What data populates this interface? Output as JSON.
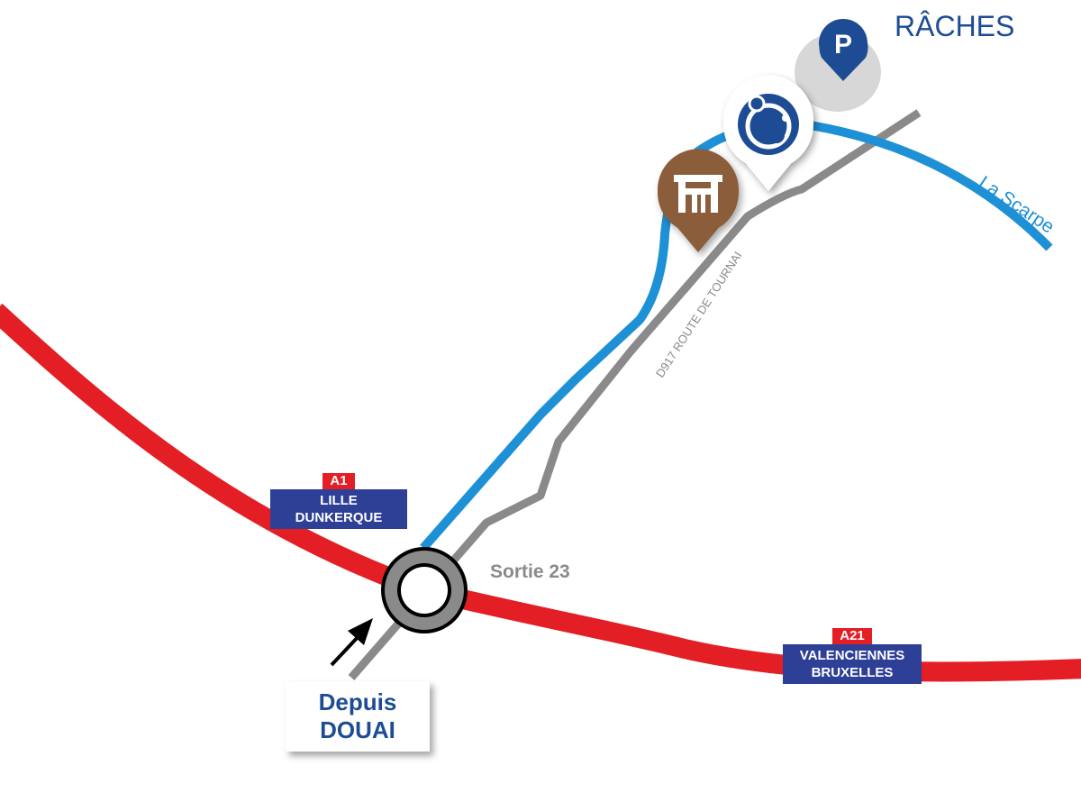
{
  "place": {
    "name": "RÂCHES"
  },
  "river": {
    "name": "La Scarpe"
  },
  "road": {
    "name": "D917 ROUTE DE TOURNAI"
  },
  "exit": {
    "label": "Sortie 23"
  },
  "motorway_a1": {
    "code": "A1",
    "dest1": "LILLE",
    "dest2": "DUNKERQUE"
  },
  "motorway_a21": {
    "code": "A21",
    "dest1": "VALENCIENNES",
    "dest2": "BRUXELLES"
  },
  "origin": {
    "line1": "Depuis",
    "line2": "DOUAI"
  },
  "parking": {
    "letter": "P"
  },
  "colors": {
    "motorway": "#e31e24",
    "river": "#1e90d6",
    "road": "#8a8a8a",
    "sign_blue": "#2e3f96",
    "text_blue": "#1d4c94",
    "pin_brown": "#8b5d3b",
    "pin_navy": "#1d4c94"
  },
  "icons": [
    "roundabout-icon",
    "direction-arrow-icon",
    "building-pin-icon",
    "logo-pin-icon",
    "parking-pin-icon"
  ]
}
